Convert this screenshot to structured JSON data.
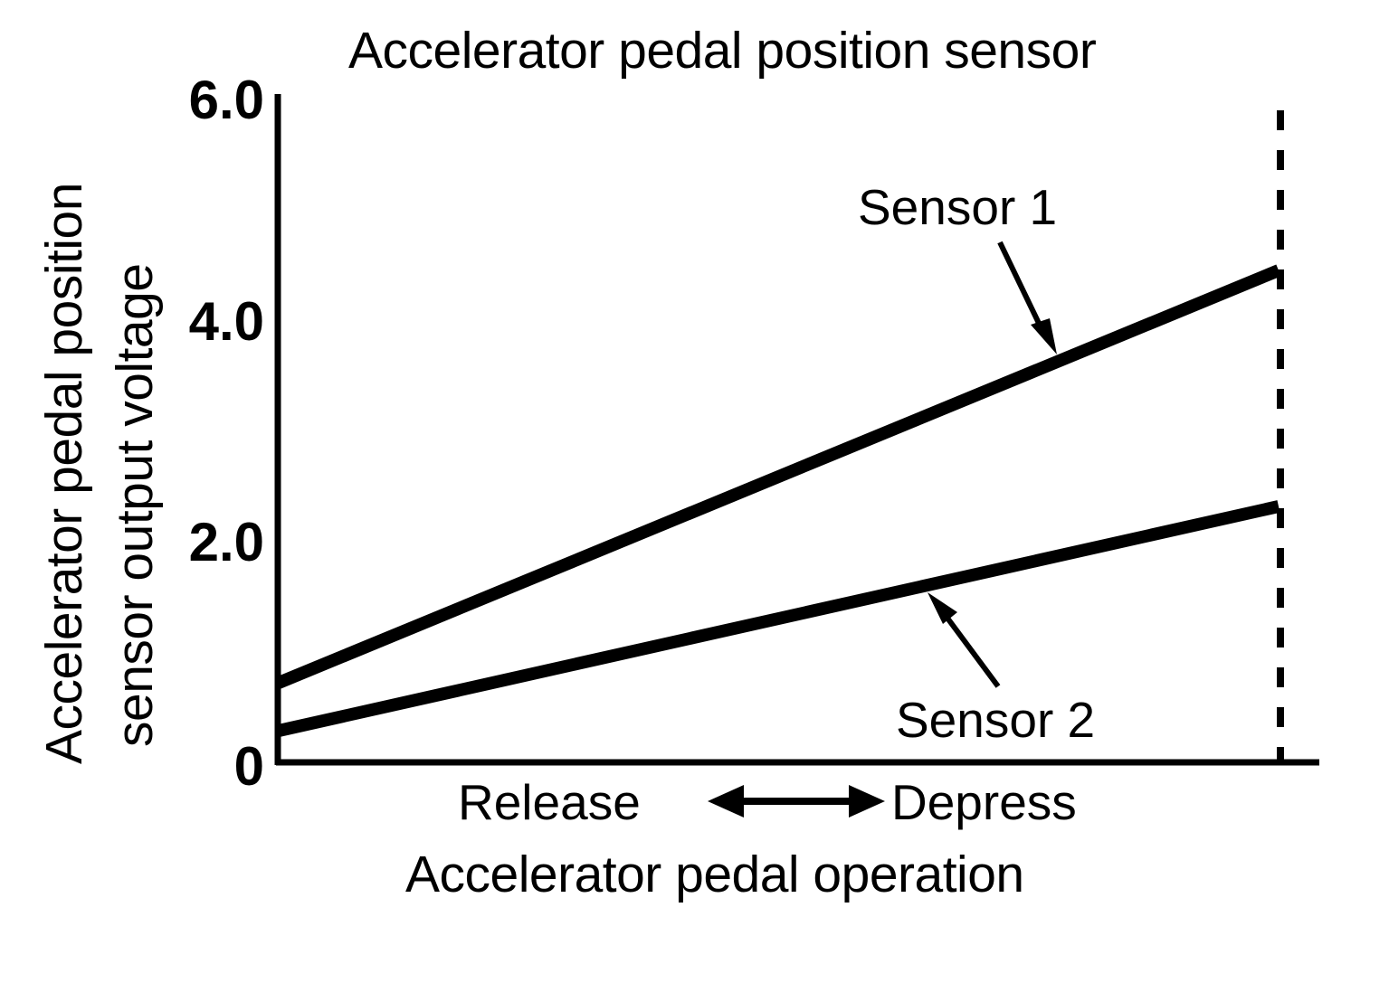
{
  "chart_data": {
    "type": "line",
    "title": "Accelerator pedal position sensor",
    "xlabel": "Accelerator pedal operation",
    "ylabel_line1": "Accelerator pedal position",
    "ylabel_line2": "sensor output voltage",
    "ylabel": "Accelerator pedal position sensor output voltage",
    "grid": false,
    "legend_position": "inline-annotations",
    "ylim": [
      0,
      6.0
    ],
    "ytick_labels": [
      "6.0",
      "4.0",
      "2.0",
      "0"
    ],
    "ytick_values": [
      6.0,
      4.0,
      2.0,
      0
    ],
    "xlim": [
      0,
      1
    ],
    "xtick_labels": [],
    "x": [
      0,
      1
    ],
    "x_axis_direction_labels": {
      "left": "Release",
      "right": "Depress"
    },
    "series": [
      {
        "name": "Sensor 1",
        "values": [
          0.72,
          4.45
        ],
        "annotation": "Sensor 1"
      },
      {
        "name": "Sensor 2",
        "values": [
          0.29,
          2.32
        ],
        "annotation": "Sensor 2"
      }
    ],
    "annotations": [
      {
        "label": "Sensor 1",
        "points_to_series": "Sensor 1"
      },
      {
        "label": "Sensor 2",
        "points_to_series": "Sensor 2"
      }
    ],
    "reference_line": {
      "orientation": "vertical",
      "style": "dashed",
      "at_x": 1.0,
      "label": ""
    },
    "colors": {
      "line": "#000000",
      "axis": "#000000",
      "background": "#ffffff",
      "text": "#000000"
    }
  }
}
